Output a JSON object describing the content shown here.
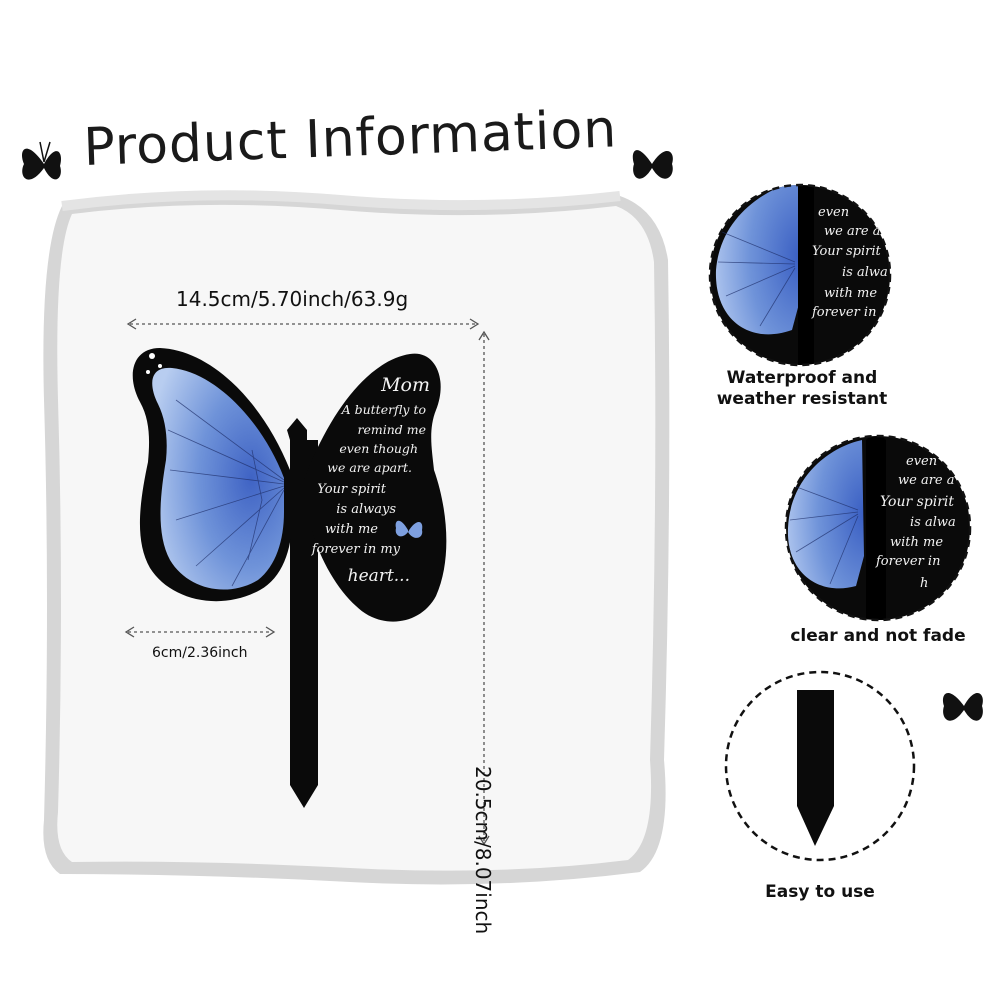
{
  "title": "Product Information",
  "dimensions": {
    "width_label": "14.5cm/5.70inch/63.9g",
    "height_label": "20.5cm/8.07inch",
    "stake_label": "6cm/2.36inch"
  },
  "butterfly_text": {
    "heading": "Mom",
    "lines": [
      "A butterfly to",
      "remind me",
      "even though",
      "we are apart.",
      "Your spirit",
      "is always",
      "with me",
      "forever in my"
    ],
    "ending": "heart..."
  },
  "zoom_text": {
    "top": [
      "even",
      "we are a",
      "Your spirit",
      "is alwa",
      "with me",
      "forever in"
    ],
    "middle": [
      "even",
      "we are a",
      "Your spirit",
      "is alwa",
      "with me",
      "forever in",
      "h"
    ]
  },
  "features": [
    {
      "caption_lines": [
        "Waterproof and",
        "weather resistant"
      ],
      "icon": "zoom-waterproof"
    },
    {
      "caption_lines": [
        "clear and not fade"
      ],
      "icon": "zoom-print"
    },
    {
      "caption_lines": [
        "Easy to use"
      ],
      "icon": "zoom-stake-tip"
    }
  ],
  "colors": {
    "butterfly_body": "#0a0a0a",
    "wing_blue": "#6f93d9",
    "wing_light": "#a8c0ec",
    "wing_dark": "#3f63c4",
    "panel": "#f6f6f6",
    "panel_shadow": "#d9d9d9"
  }
}
